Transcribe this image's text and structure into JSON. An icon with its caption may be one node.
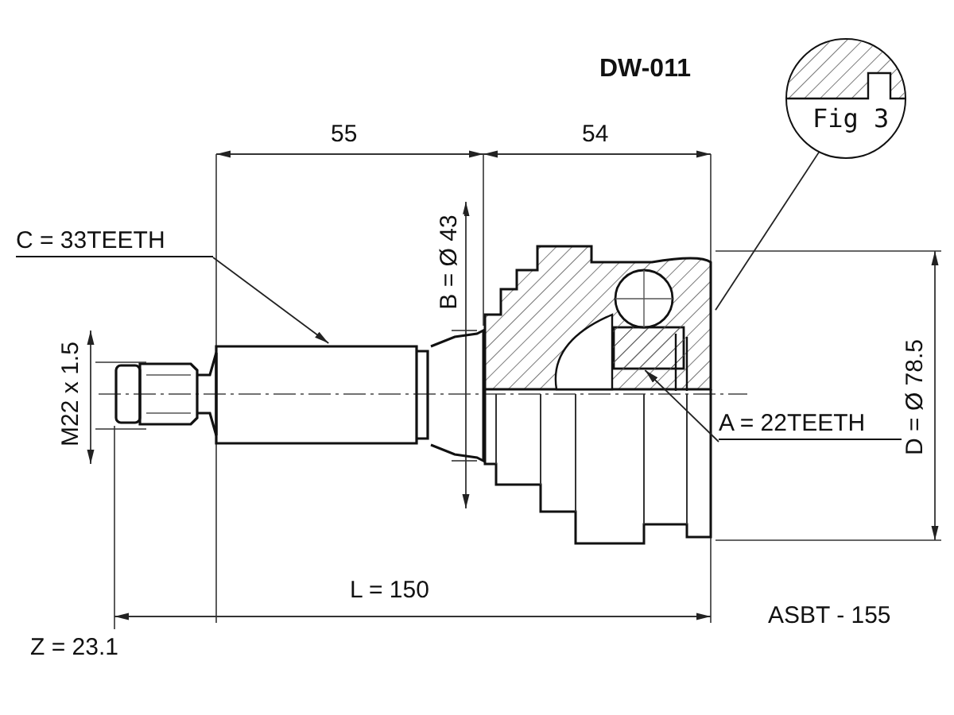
{
  "diagram": {
    "nodes": [
      {
        "text": [
          "C = 33TEETH"
        ]
      },
      {
        "text": [],
        "shape": "bar"
      },
      {
        "text": [],
        "shape": "picture"
      },
      {
        "text": [
          "Fig 3"
        ]
      },
      {
        "text": [
          "A = 22TEETH"
        ]
      },
      {
        "text": [],
        "shape": "box",
        "in": 2
      }
    ],
    "edges": [
      {
        "from": 0,
        "to": 1,
        "arrow": "to"
      },
      {
        "from": 3,
        "to": 2,
        "arrow": "none"
      },
      {
        "from": 4,
        "to": 5,
        "arrow": "to"
      }
    ],
    "labels": [
      "DW-011",
      "55",
      "54",
      "B = Ø 43",
      "M22 x 1.5",
      "D = Ø 78.5",
      "L = 150",
      "Z = 23.1",
      "ASBT - 155"
    ]
  }
}
